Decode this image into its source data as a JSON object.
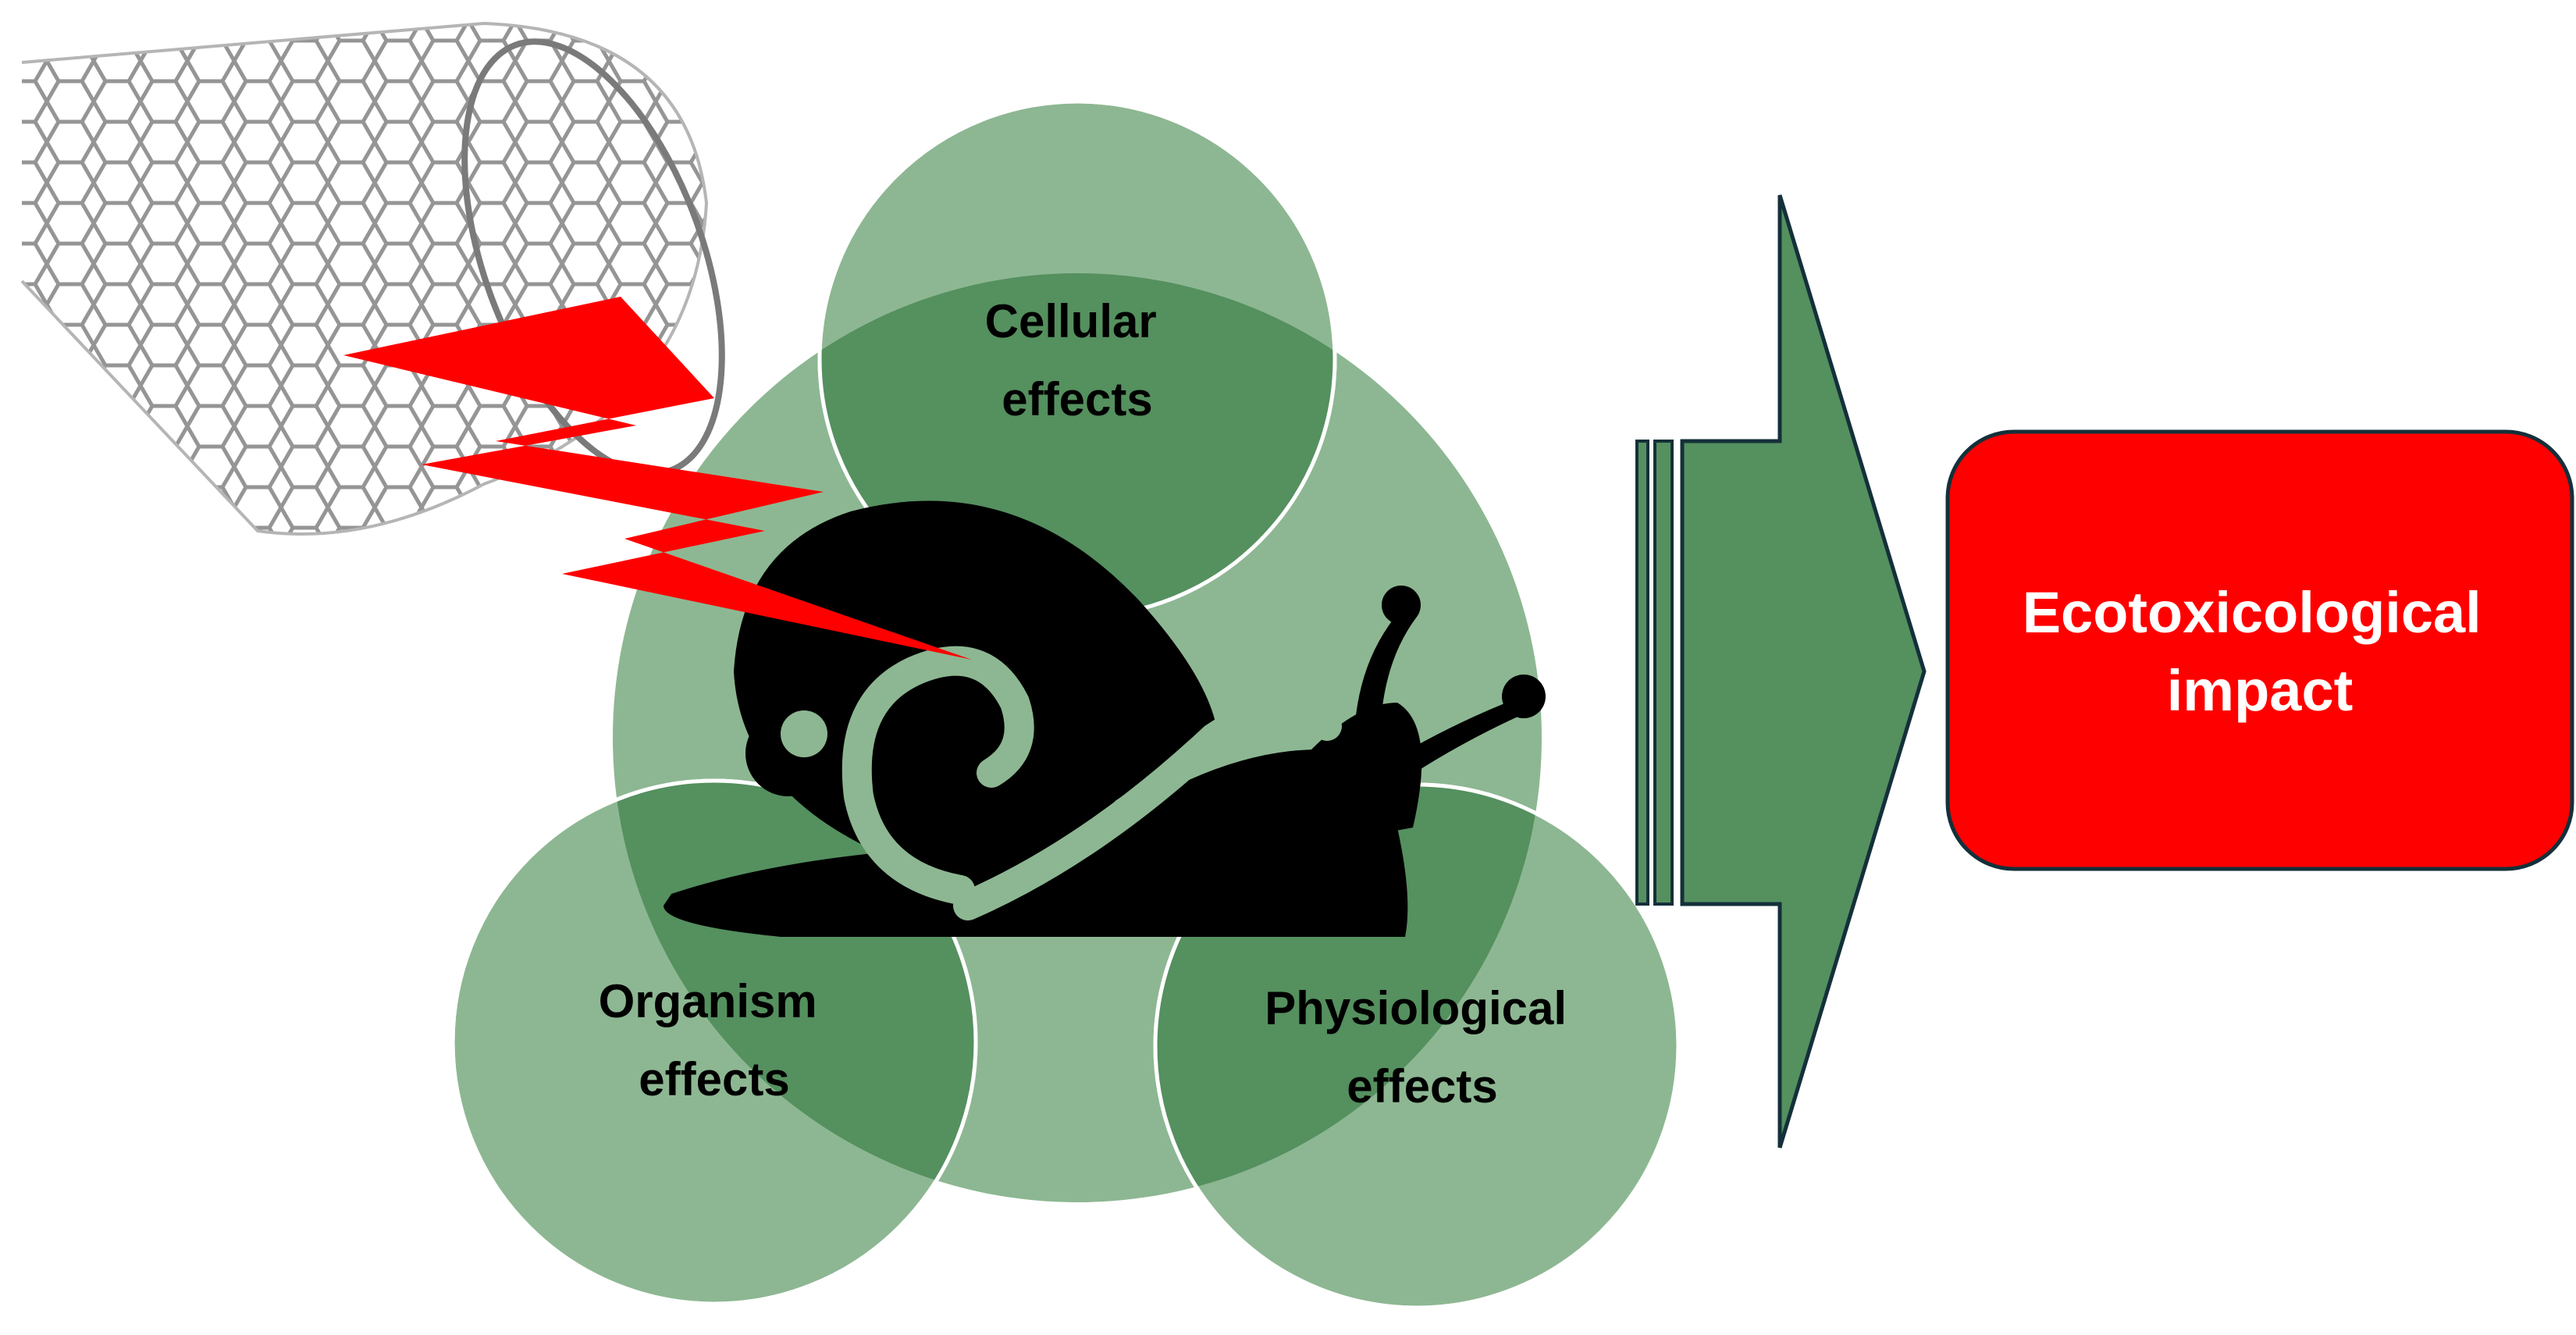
{
  "labels": {
    "cellular": [
      "Cellular",
      "effects"
    ],
    "organism": [
      "Organism",
      "effects"
    ],
    "physiological": [
      "Physiological",
      "effects"
    ],
    "impact": [
      "Ecotoxicological",
      "impact"
    ]
  },
  "colors": {
    "circle_fill": "#8db792",
    "circle_overlap": "#55905f",
    "circle_stroke": "#ffffff",
    "arrow_fill": "#55905f",
    "arrow_stroke": "#14303a",
    "impact_fill": "#ff0000",
    "impact_stroke": "#14303a",
    "lightning": "#ff0000",
    "snail": "#000000",
    "nanotube": "#9a9a9a"
  },
  "icons": {
    "nanotube": "carbon-nanotube-icon",
    "lightning": "lightning-bolt-icon",
    "snail": "snail-icon",
    "arrow": "right-arrow-icon"
  }
}
